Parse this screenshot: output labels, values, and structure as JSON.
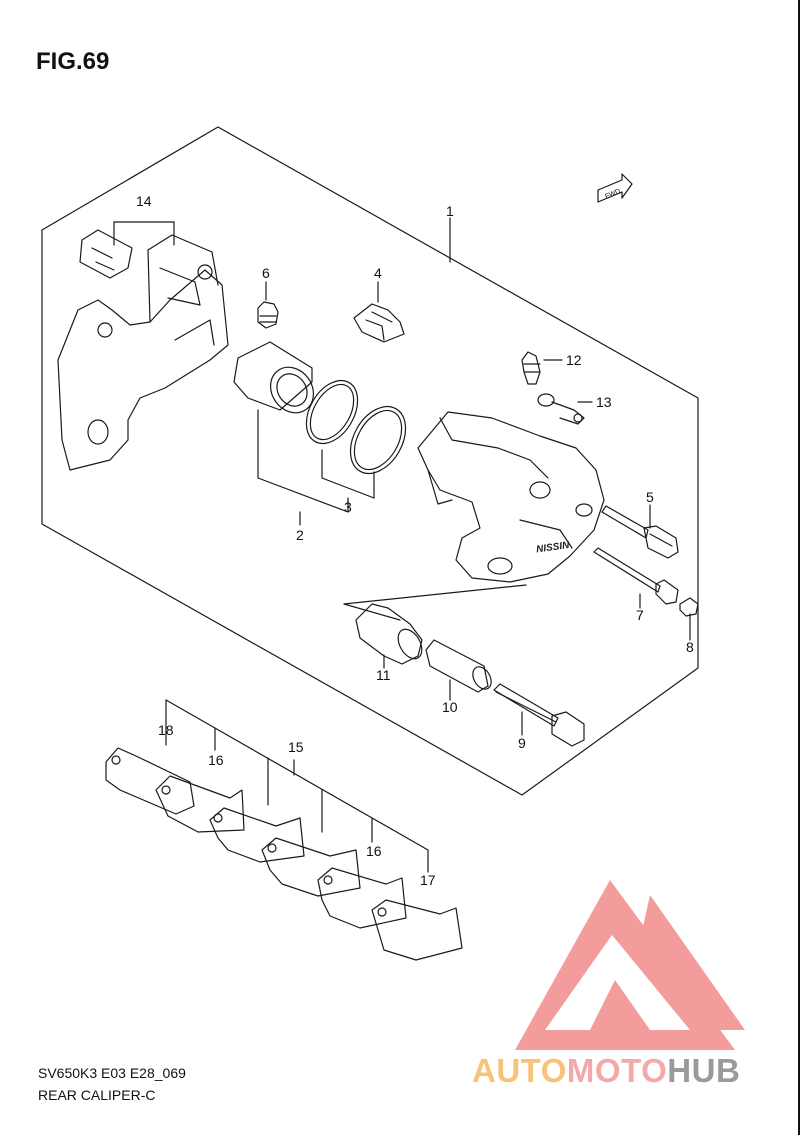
{
  "figure": {
    "title": "FIG.69",
    "code": "SV650K3 E03 E28_069",
    "name": "REAR CALIPER-C"
  },
  "direction_tag": "FWD",
  "callouts": [
    {
      "id": "1",
      "label": "1"
    },
    {
      "id": "2",
      "label": "2"
    },
    {
      "id": "3",
      "label": "3"
    },
    {
      "id": "4",
      "label": "4"
    },
    {
      "id": "5",
      "label": "5"
    },
    {
      "id": "6",
      "label": "6"
    },
    {
      "id": "7",
      "label": "7"
    },
    {
      "id": "8",
      "label": "8"
    },
    {
      "id": "9",
      "label": "9"
    },
    {
      "id": "10",
      "label": "10"
    },
    {
      "id": "11",
      "label": "11"
    },
    {
      "id": "12",
      "label": "12"
    },
    {
      "id": "13",
      "label": "13"
    },
    {
      "id": "14",
      "label": "14"
    },
    {
      "id": "15",
      "label": "15"
    },
    {
      "id": "16a",
      "label": "16"
    },
    {
      "id": "16b",
      "label": "16"
    },
    {
      "id": "17",
      "label": "17"
    },
    {
      "id": "18",
      "label": "18"
    }
  ],
  "caliper_mark": "NISSIN",
  "watermark": {
    "part1": "AUTO",
    "part2": "MOTO",
    "part3": "HUB",
    "logo_color": "#f28b8b",
    "text_color_1": "#f7c27a",
    "text_color_2": "#f3a9a9",
    "text_color_3": "#9a9a9a"
  },
  "line_color": "#1a1a1a"
}
